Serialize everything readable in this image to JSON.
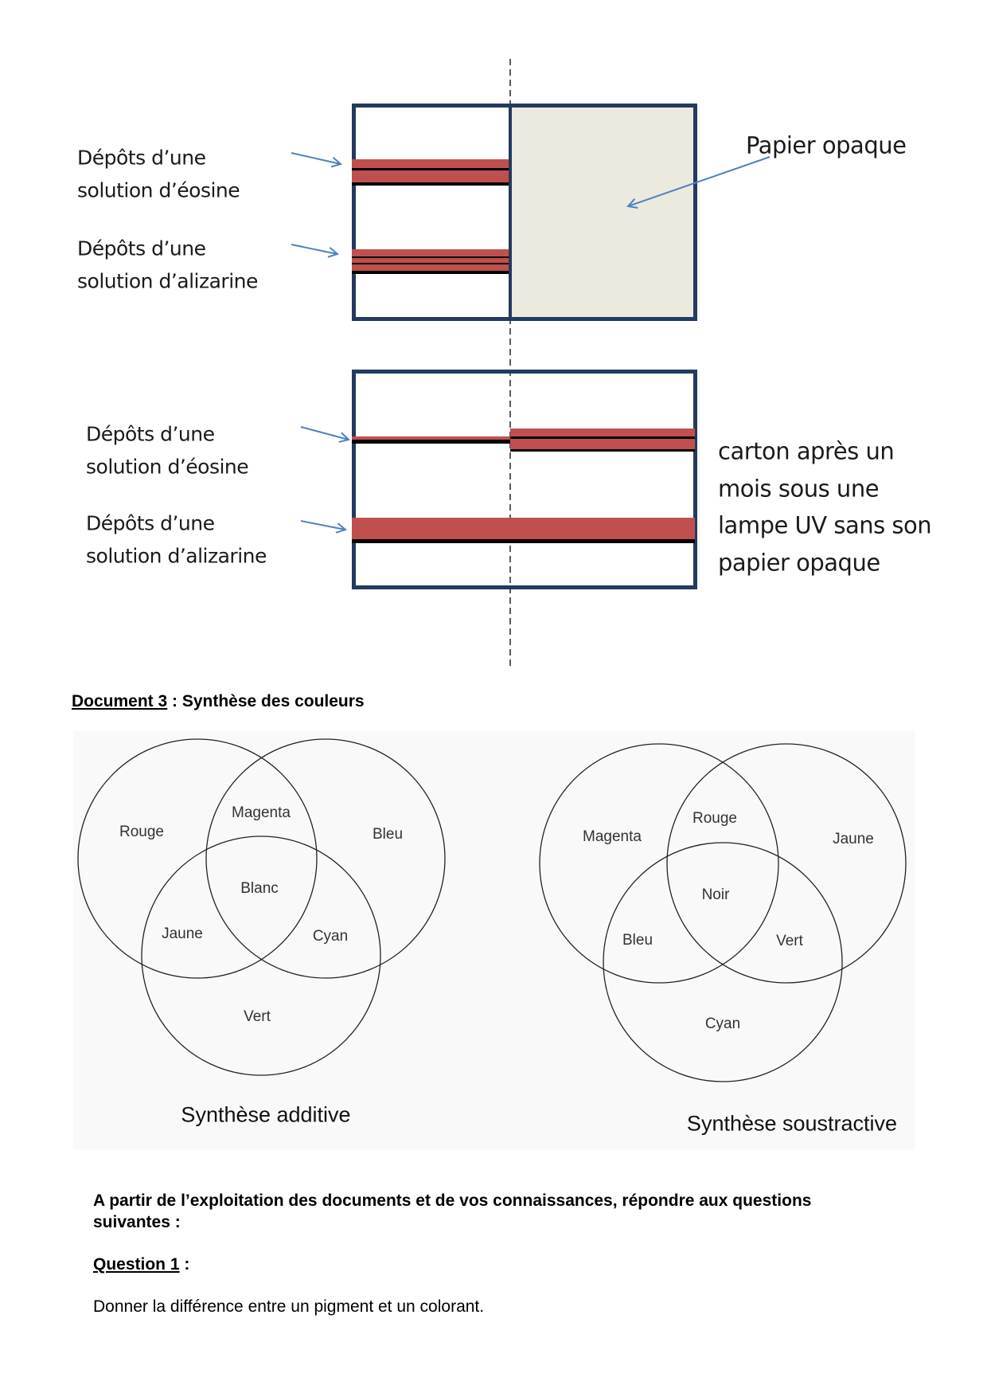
{
  "document2": {
    "top": {
      "label_eosine": [
        "Dépôts d’une",
        "solution d’éosine"
      ],
      "label_alizarine": [
        "Dépôts d’une",
        "solution d’alizarine"
      ],
      "opaque_label": "Papier opaque"
    },
    "bottom": {
      "label_eosine": [
        "Dépôts d’une",
        "solution d’éosine"
      ],
      "label_alizarine": [
        "Dépôts d’une",
        "solution d’alizarine"
      ],
      "caption": [
        "carton après un",
        "mois sous une",
        "lampe UV sans son",
        "papier opaque"
      ]
    },
    "colors": {
      "frame": "#243a5e",
      "dye": "#c0504d",
      "paper": "#ece9df",
      "arrow": "#4f81bd"
    }
  },
  "document3": {
    "heading_underlined": "Document 3",
    "heading_rest": " : Synthèse des couleurs",
    "additive": {
      "title": "Synthèse additive",
      "labels": {
        "rouge": "Rouge",
        "bleu": "Bleu",
        "vert": "Vert",
        "magenta": "Magenta",
        "jaune": "Jaune",
        "cyan": "Cyan",
        "center": "Blanc"
      }
    },
    "subtractive": {
      "title": "Synthèse soustractive",
      "labels": {
        "magenta": "Magenta",
        "jaune": "Jaune",
        "cyan": "Cyan",
        "rouge": "Rouge",
        "bleu": "Bleu",
        "vert": "Vert",
        "center": "Noir"
      }
    }
  },
  "instructions": {
    "line1": "A partir de l’exploitation des documents et de vos connaissances, répondre aux questions",
    "line2": "suivantes :",
    "question1_label": "Question 1",
    "question1_suffix": " :",
    "question1_text": "Donner la différence entre un pigment et un colorant."
  }
}
